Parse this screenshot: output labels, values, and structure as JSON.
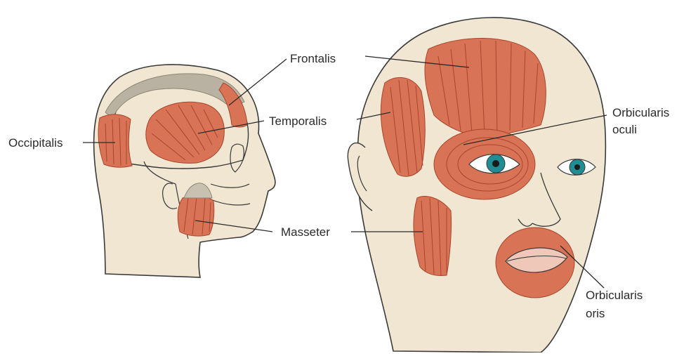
{
  "labels": {
    "frontalis": "Frontalis",
    "temporalis": "Temporalis",
    "occipitalis": "Occipitalis",
    "orbicularis_oculi_1": "Orbicularis",
    "orbicularis_oculi_2": "oculi",
    "masseter": "Masseter",
    "orbicularis_oris_1": "Orbicularis",
    "orbicularis_oris_2": "oris"
  },
  "colors": {
    "skin": "#f1e6d2",
    "outline": "#3a3a3a",
    "muscle": "#d97355",
    "muscle_line": "#a9452c",
    "bone": "#f1e6d2",
    "gray_band": "#b9b2a3",
    "iris": "#1e8d94",
    "lip": "#f0c8b9"
  }
}
